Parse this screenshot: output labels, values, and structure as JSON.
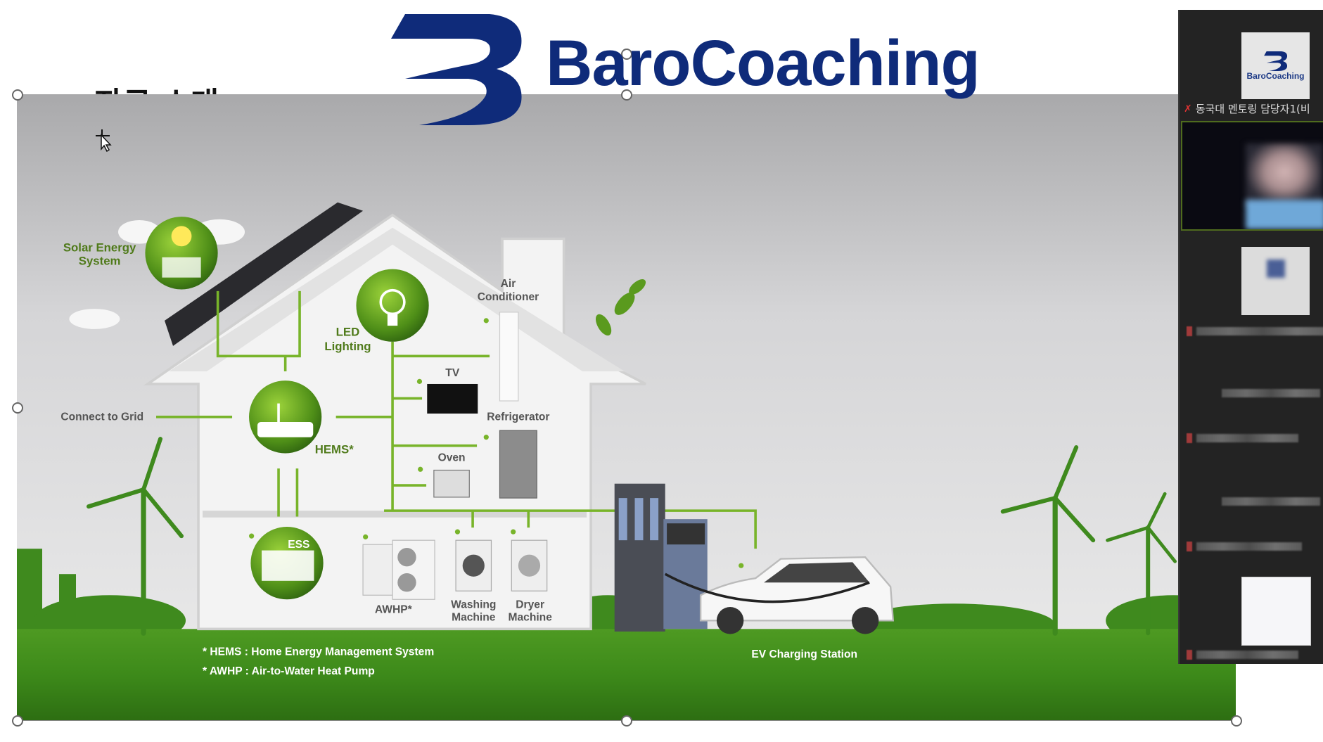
{
  "slide": {
    "title_partial": "자료 소개",
    "labels": {
      "solar_1": "Solar Energy",
      "solar_2": "System",
      "led_1": "LED",
      "led_2": "Lighting",
      "ac_1": "Air",
      "ac_2": "Conditioner",
      "tv": "TV",
      "refrigerator": "Refrigerator",
      "oven": "Oven",
      "grid": "Connect to Grid",
      "hems": "HEMS*",
      "ess": "ESS",
      "awhp": "AWHP*",
      "washing_1": "Washing",
      "washing_2": "Machine",
      "dryer_1": "Dryer",
      "dryer_2": "Machine",
      "ev": "EV Charging Station"
    },
    "footnotes": [
      "* HEMS : Home Energy Management System",
      "* AWHP : Air-to-Water Heat Pump"
    ]
  },
  "logo": {
    "text": "BaroCoaching",
    "color": "#0f2b7a"
  },
  "participants": {
    "thumb_logo_text": "BaroCoaching",
    "speaker_name": "동국대 멘토링 담당자1(비"
  },
  "colors": {
    "panel_bg": "#232323",
    "active_border": "#4f6b1e",
    "green": "#5a9a1e"
  }
}
